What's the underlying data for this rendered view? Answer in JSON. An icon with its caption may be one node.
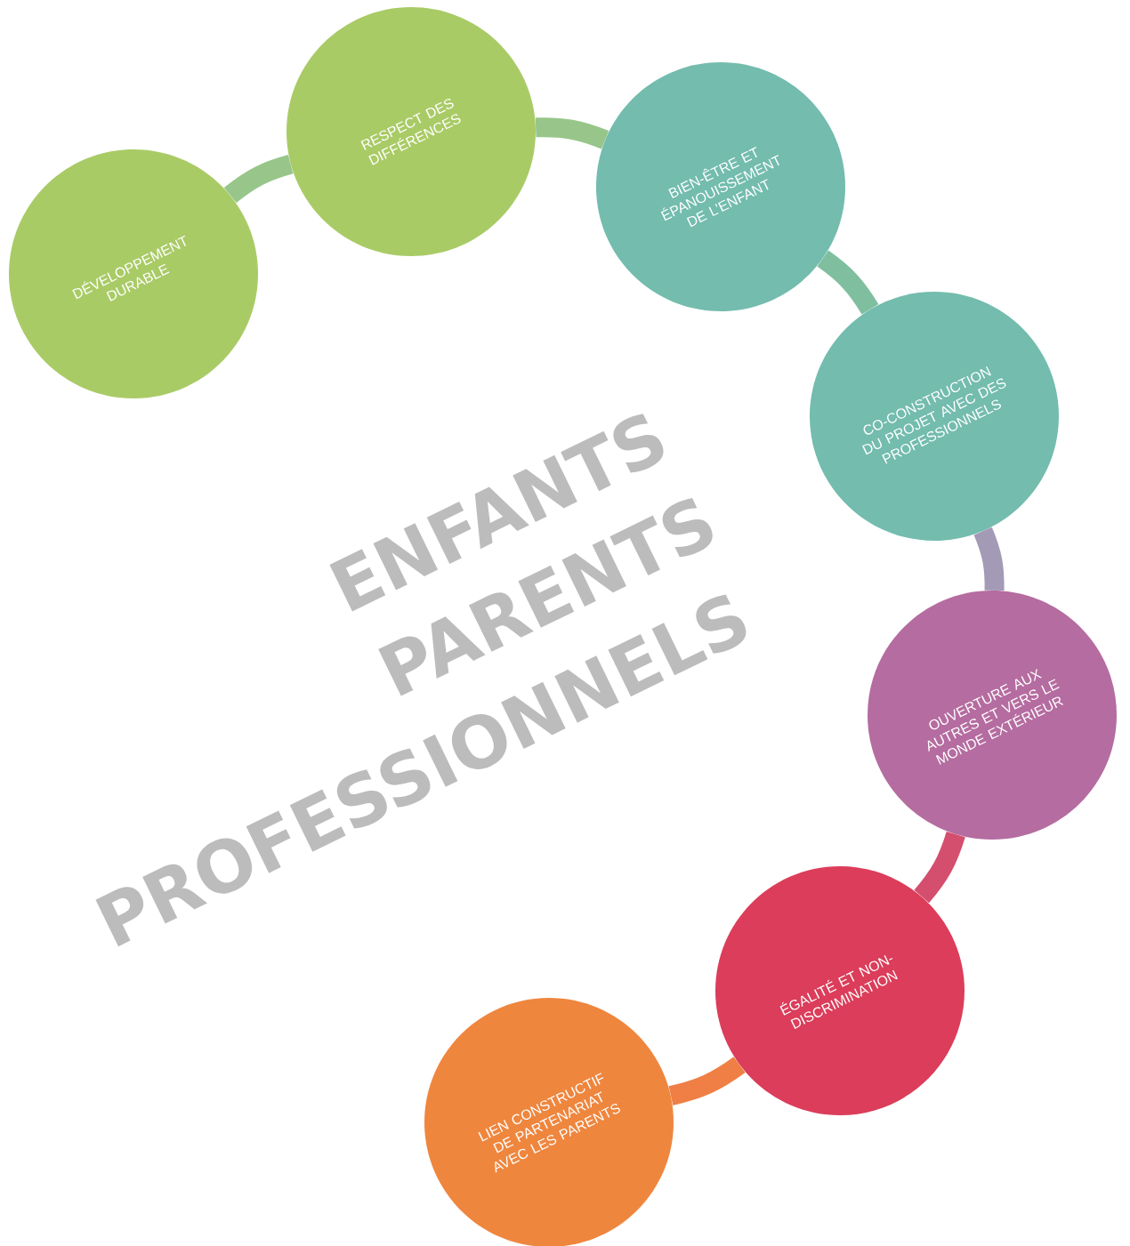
{
  "diagram": {
    "nodes": [
      {
        "text": [
          "DÉVELOPPEMENT DURABLE"
        ]
      },
      {
        "text": [
          "RESPECT DES DIFFÉRENCES"
        ]
      },
      {
        "text": [
          "BIEN-ÊTRE ET ÉPANOUISSEMENT DE L’ENFANT"
        ]
      },
      {
        "text": [
          "CO-CONSTRUCTION DU PROJET AVEC DES PROFESSIONNELS"
        ]
      },
      {
        "text": [
          "OUVERTURE AUX AUTRES ET VERS LE MONDE EXTÉRIEUR"
        ]
      },
      {
        "text": [
          "ÉGALITÉ ET NON-DISCRIMINATION"
        ]
      },
      {
        "text": [
          "LIEN CONSTRUCTIF DE PARTENARIAT AVEC LES PARENTS"
        ]
      }
    ],
    "edges": [
      {
        "from": 0,
        "to": 1,
        "arrow": "none",
        "color": "#98c68a"
      },
      {
        "from": 1,
        "to": 2,
        "arrow": "none",
        "color": "#98c68a"
      },
      {
        "from": 2,
        "to": 3,
        "arrow": "none",
        "color": "#7fbf9f"
      },
      {
        "from": 3,
        "to": 4,
        "arrow": "none",
        "color": "#a39ab5"
      },
      {
        "from": 4,
        "to": 5,
        "arrow": "none",
        "color": "#d44e6e"
      },
      {
        "from": 5,
        "to": 6,
        "arrow": "none",
        "color": "#ef7f44"
      }
    ],
    "labels": [
      "ENFANTS",
      "PARENTS",
      "PROFESSIONNELS"
    ]
  }
}
